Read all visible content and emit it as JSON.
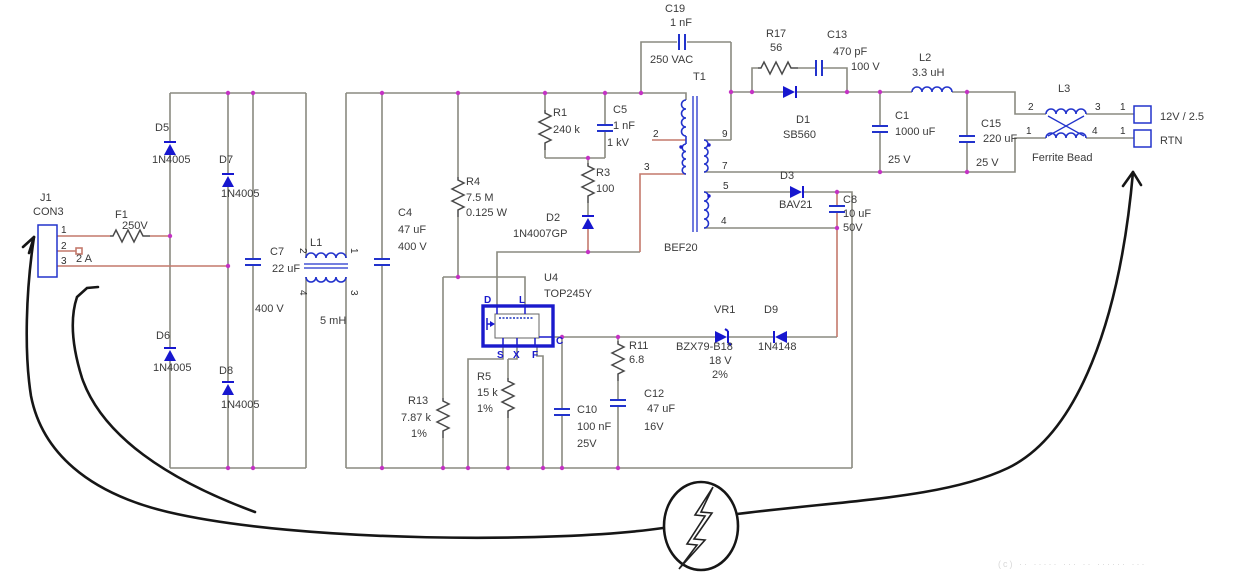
{
  "connector": {
    "ref": "J1",
    "type": "CON3",
    "pin1": "1",
    "pin2": "2",
    "pin3": "3"
  },
  "fuse": {
    "ref": "F1",
    "voltage": "250V",
    "current": "2 A"
  },
  "bridge": {
    "d5": {
      "ref": "D5",
      "part": "1N4005"
    },
    "d7": {
      "ref": "D7",
      "part": "1N4005"
    },
    "d6": {
      "ref": "D6",
      "part": "1N4005"
    },
    "d8": {
      "ref": "D8",
      "part": "1N4005"
    }
  },
  "filter": {
    "c7": {
      "ref": "C7",
      "value": "22 uF",
      "voltage": "400 V"
    },
    "l1": {
      "ref": "L1",
      "value": "5 mH",
      "pin_tl": "2",
      "pin_tr": "1",
      "pin_bl": "4",
      "pin_br": "3"
    },
    "c4": {
      "ref": "C4",
      "value": "47 uF",
      "voltage": "400 V"
    },
    "r4": {
      "ref": "R4",
      "value": "7.5 M",
      "power": "0.125 W"
    },
    "r13": {
      "ref": "R13",
      "value": "7.87 k",
      "tolerance": "1%"
    }
  },
  "clamp": {
    "r1": {
      "ref": "R1",
      "value": "240 k"
    },
    "c5": {
      "ref": "C5",
      "value": "1 nF",
      "voltage": "1 kV"
    },
    "r3": {
      "ref": "R3",
      "value": "100"
    },
    "d2": {
      "ref": "D2",
      "part": "1N4007GP"
    }
  },
  "ycap": {
    "ref": "C19",
    "value": "1 nF",
    "voltage": "250 VAC"
  },
  "transformer": {
    "ref": "T1",
    "part": "BEF20",
    "pin2": "2",
    "pin3": "3",
    "pin9": "9",
    "pin7": "7",
    "pin5": "5",
    "pin4": "4"
  },
  "snubber": {
    "r17": {
      "ref": "R17",
      "value": "56"
    },
    "c13": {
      "ref": "C13",
      "value": "470 pF",
      "voltage": "100 V"
    }
  },
  "output": {
    "d1": {
      "ref": "D1",
      "part": "SB560"
    },
    "l2": {
      "ref": "L2",
      "value": "3.3 uH"
    },
    "c1": {
      "ref": "C1",
      "value": "1000 uF",
      "voltage": "25 V"
    },
    "c15": {
      "ref": "C15",
      "value": "220 uF",
      "voltage": "25 V"
    },
    "l3": {
      "ref": "L3",
      "part": "Ferrite Bead",
      "pin_in_top": "2",
      "pin_out_top": "3",
      "pin_in_bot": "1",
      "pin_out_bot": "4",
      "term_pin_top": "1",
      "term_pin_bot": "1"
    },
    "vout": "12V / 2.5",
    "rtn": "RTN"
  },
  "bias": {
    "d3": {
      "ref": "D3",
      "part": "BAV21"
    },
    "c8": {
      "ref": "C8",
      "value": "10 uF",
      "voltage": "50V"
    }
  },
  "controller": {
    "ref": "U4",
    "part": "TOP245Y",
    "pin_d": "D",
    "pin_l": "L",
    "pin_c": "C",
    "pin_s": "S",
    "pin_x": "X",
    "pin_f": "F"
  },
  "control": {
    "r5": {
      "ref": "R5",
      "value": "15 k",
      "tolerance": "1%"
    },
    "c10": {
      "ref": "C10",
      "value": "100 nF",
      "voltage": "25V"
    },
    "r11": {
      "ref": "R11",
      "value": "6.8"
    },
    "c12": {
      "ref": "C12",
      "value": "47 uF",
      "voltage": "16V"
    }
  },
  "feedback": {
    "vr1": {
      "ref": "VR1",
      "part": "BZX79-B18",
      "voltage": "18 V",
      "tolerance": "2%"
    },
    "d9": {
      "ref": "D9",
      "part": "1N4148"
    }
  },
  "watermark": "(c) ·· ····· ··· ·· ······ ···"
}
